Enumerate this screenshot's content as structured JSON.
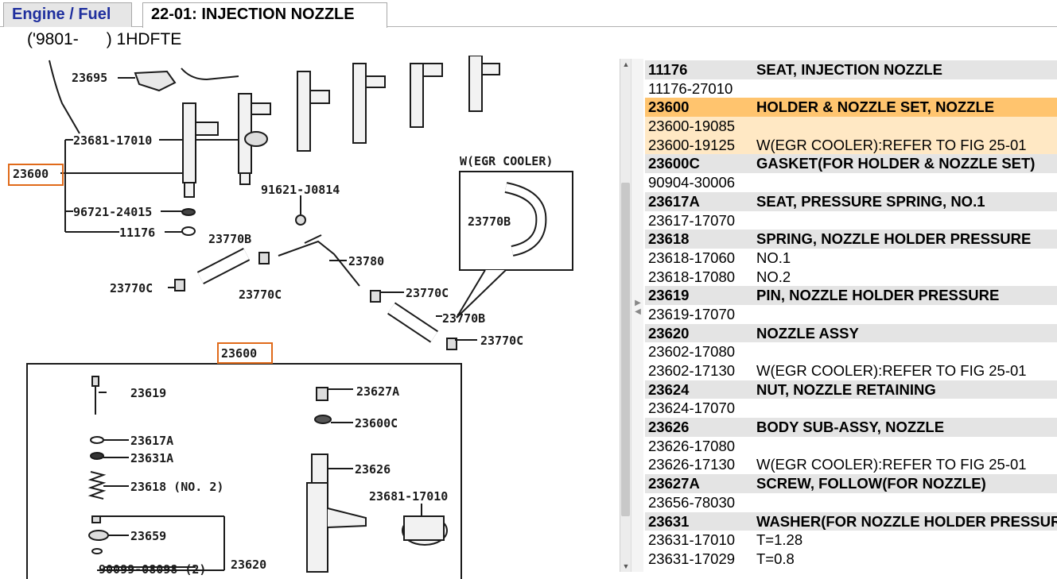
{
  "tabs": [
    {
      "label": "Engine / Fuel"
    },
    {
      "label": "22-01: INJECTION NOZZLE"
    }
  ],
  "subtitle": "('9801-      ) 1HDFTE",
  "diagram": {
    "labels": {
      "l23695": "23695",
      "l23681a": "23681-17010",
      "l23600a": "23600",
      "l96721": "96721-24015",
      "l11176": "11176",
      "l91621": "91621-J0814",
      "l23770b_a": "23770B",
      "l23780": "23780",
      "l23770c_a": "23770C",
      "l23770c_b": "23770C",
      "l23770c_c": "23770C",
      "l23770b_b": "23770B",
      "l23770c_d": "23770C",
      "legend_title": "W(EGR COOLER)",
      "legend_part": "23770B",
      "l23600b": "23600",
      "l23619": "23619",
      "l23627a": "23627A",
      "l23617a": "23617A",
      "l23600c": "23600C",
      "l23631a": "23631A",
      "l23626": "23626",
      "l23618": "23618 (NO. 2)",
      "l23681b": "23681-17010",
      "l23659": "23659",
      "l90099": "90099-08098 (2)",
      "l23620": "23620"
    }
  },
  "parts": [
    {
      "type": "head",
      "pn": "11176",
      "desc": "SEAT, INJECTION NOZZLE",
      "selected": false
    },
    {
      "type": "sub",
      "pn": "11176-27010",
      "desc": "",
      "selected": false
    },
    {
      "type": "head",
      "pn": "23600",
      "desc": "HOLDER & NOZZLE SET, NOZZLE",
      "selected": true
    },
    {
      "type": "sub",
      "pn": "23600-19085",
      "desc": "",
      "selected": true
    },
    {
      "type": "sub",
      "pn": "23600-19125",
      "desc": "W(EGR COOLER):REFER TO FIG 25-01",
      "selected": true
    },
    {
      "type": "head",
      "pn": "23600C",
      "desc": "GASKET(FOR HOLDER & NOZZLE SET)",
      "selected": false
    },
    {
      "type": "sub",
      "pn": "90904-30006",
      "desc": "",
      "selected": false
    },
    {
      "type": "head",
      "pn": "23617A",
      "desc": "SEAT, PRESSURE SPRING, NO.1",
      "selected": false
    },
    {
      "type": "sub",
      "pn": "23617-17070",
      "desc": "",
      "selected": false
    },
    {
      "type": "head",
      "pn": "23618",
      "desc": "SPRING, NOZZLE HOLDER PRESSURE",
      "selected": false
    },
    {
      "type": "sub",
      "pn": "23618-17060",
      "desc": "NO.1",
      "selected": false
    },
    {
      "type": "sub",
      "pn": "23618-17080",
      "desc": "NO.2",
      "selected": false
    },
    {
      "type": "head",
      "pn": "23619",
      "desc": "PIN, NOZZLE HOLDER PRESSURE",
      "selected": false
    },
    {
      "type": "sub",
      "pn": "23619-17070",
      "desc": "",
      "selected": false
    },
    {
      "type": "head",
      "pn": "23620",
      "desc": "NOZZLE ASSY",
      "selected": false
    },
    {
      "type": "sub",
      "pn": "23602-17080",
      "desc": "",
      "selected": false
    },
    {
      "type": "sub",
      "pn": "23602-17130",
      "desc": "W(EGR COOLER):REFER TO FIG 25-01",
      "selected": false
    },
    {
      "type": "head",
      "pn": "23624",
      "desc": "NUT, NOZZLE RETAINING",
      "selected": false
    },
    {
      "type": "sub",
      "pn": "23624-17070",
      "desc": "",
      "selected": false
    },
    {
      "type": "head",
      "pn": "23626",
      "desc": "BODY SUB-ASSY, NOZZLE",
      "selected": false
    },
    {
      "type": "sub",
      "pn": "23626-17080",
      "desc": "",
      "selected": false
    },
    {
      "type": "sub",
      "pn": "23626-17130",
      "desc": "W(EGR COOLER):REFER TO FIG 25-01",
      "selected": false
    },
    {
      "type": "head",
      "pn": "23627A",
      "desc": "SCREW, FOLLOW(FOR NOZZLE)",
      "selected": false
    },
    {
      "type": "sub",
      "pn": "23656-78030",
      "desc": "",
      "selected": false
    },
    {
      "type": "head",
      "pn": "23631",
      "desc": "WASHER(FOR NOZZLE HOLDER PRESSURE)",
      "selected": false
    },
    {
      "type": "sub",
      "pn": "23631-17010",
      "desc": "T=1.28",
      "selected": false
    },
    {
      "type": "sub",
      "pn": "23631-17029",
      "desc": "T=0.8",
      "selected": false
    }
  ]
}
